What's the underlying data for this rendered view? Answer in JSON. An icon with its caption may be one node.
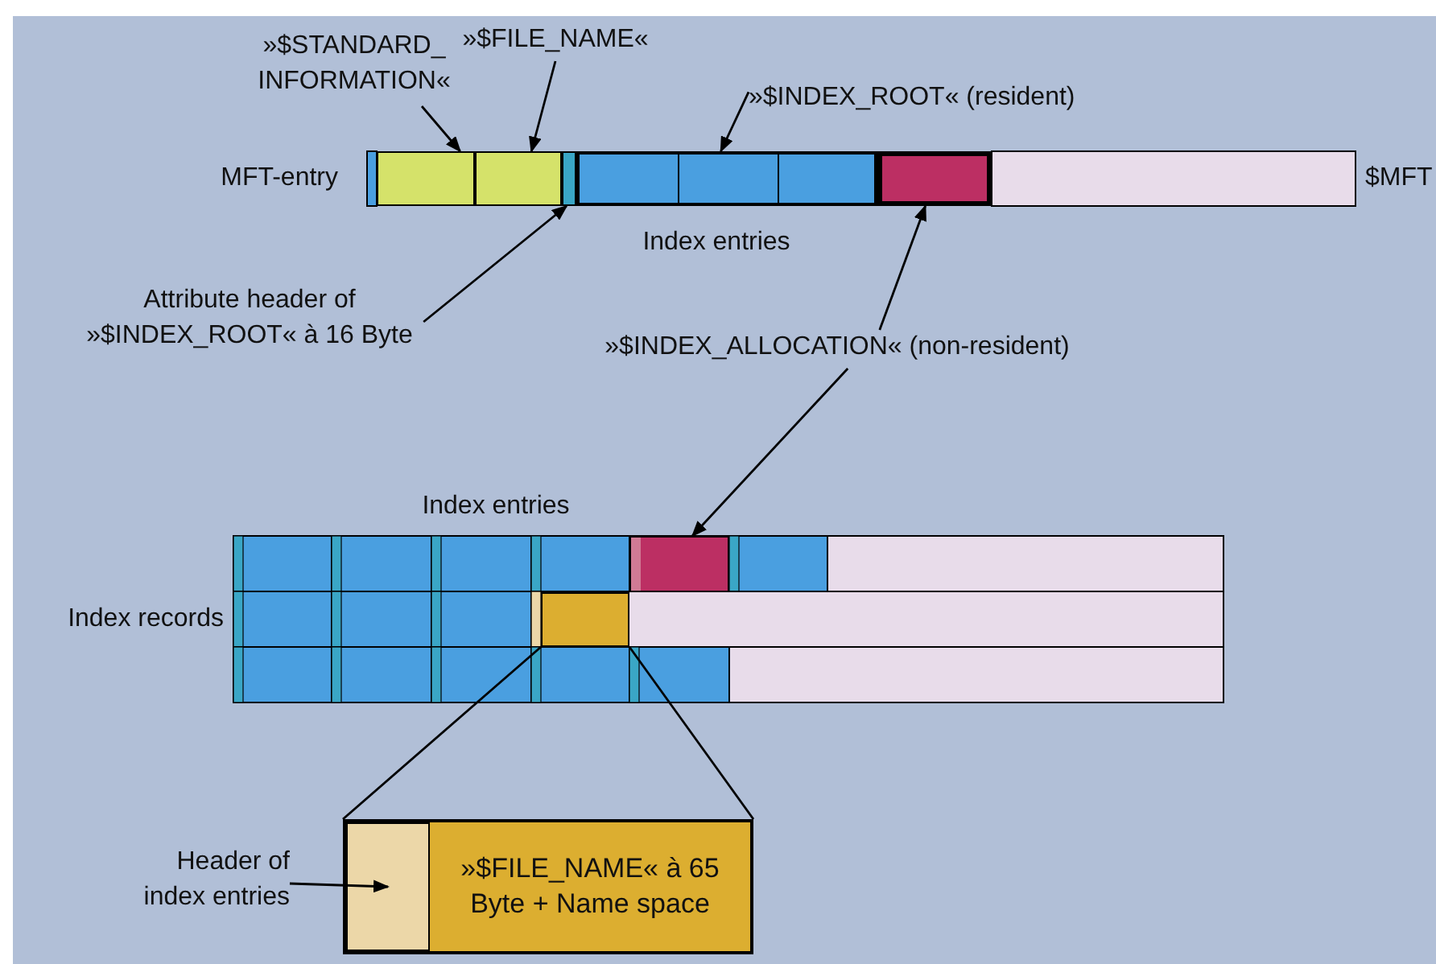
{
  "diagram": {
    "nodes": [
      {
        "text": [
          "»$STANDARD_ INFORMATION«"
        ]
      },
      {
        "text": [
          "»$FILE_NAME«"
        ]
      },
      {
        "text": [
          "»$INDEX_ROOT« (resident)"
        ]
      },
      {
        "text": [],
        "shape": "box"
      },
      {
        "text": [],
        "shape": "box"
      },
      {
        "text": [],
        "shape": "box"
      },
      {
        "text": [],
        "shape": "box"
      },
      {
        "text": [],
        "shape": "box"
      },
      {
        "text": [
          "Attribute header of »$INDEX_ROOT« à 16 Byte"
        ]
      },
      {
        "text": [
          "»$INDEX_ALLOCATION« (non-resident)"
        ]
      },
      {
        "text": [],
        "shape": "box"
      },
      {
        "text": [],
        "shape": "box"
      },
      {
        "text": [
          "Header of index entries"
        ]
      },
      {
        "text": [
          "»$FILE_NAME« à 65 Byte + Name space"
        ]
      },
      {
        "text": [],
        "shape": "box",
        "in": 13
      }
    ],
    "edges": [
      {
        "from": 0,
        "to": 3,
        "arrow": "to"
      },
      {
        "from": 1,
        "to": 4,
        "arrow": "to"
      },
      {
        "from": 2,
        "to": 6,
        "arrow": "to"
      },
      {
        "from": 8,
        "to": 5,
        "arrow": "to"
      },
      {
        "from": 9,
        "to": 7,
        "arrow": "to"
      },
      {
        "from": 9,
        "to": 10,
        "arrow": "to"
      },
      {
        "from": 11,
        "to": 13,
        "arrow": "none"
      },
      {
        "from": 11,
        "to": 13,
        "arrow": "none"
      },
      {
        "from": 12,
        "to": 14,
        "arrow": "to"
      }
    ],
    "labels": [
      "MFT-entry",
      "$MFT",
      "Index entries",
      "Index entries",
      "Index records"
    ]
  }
}
